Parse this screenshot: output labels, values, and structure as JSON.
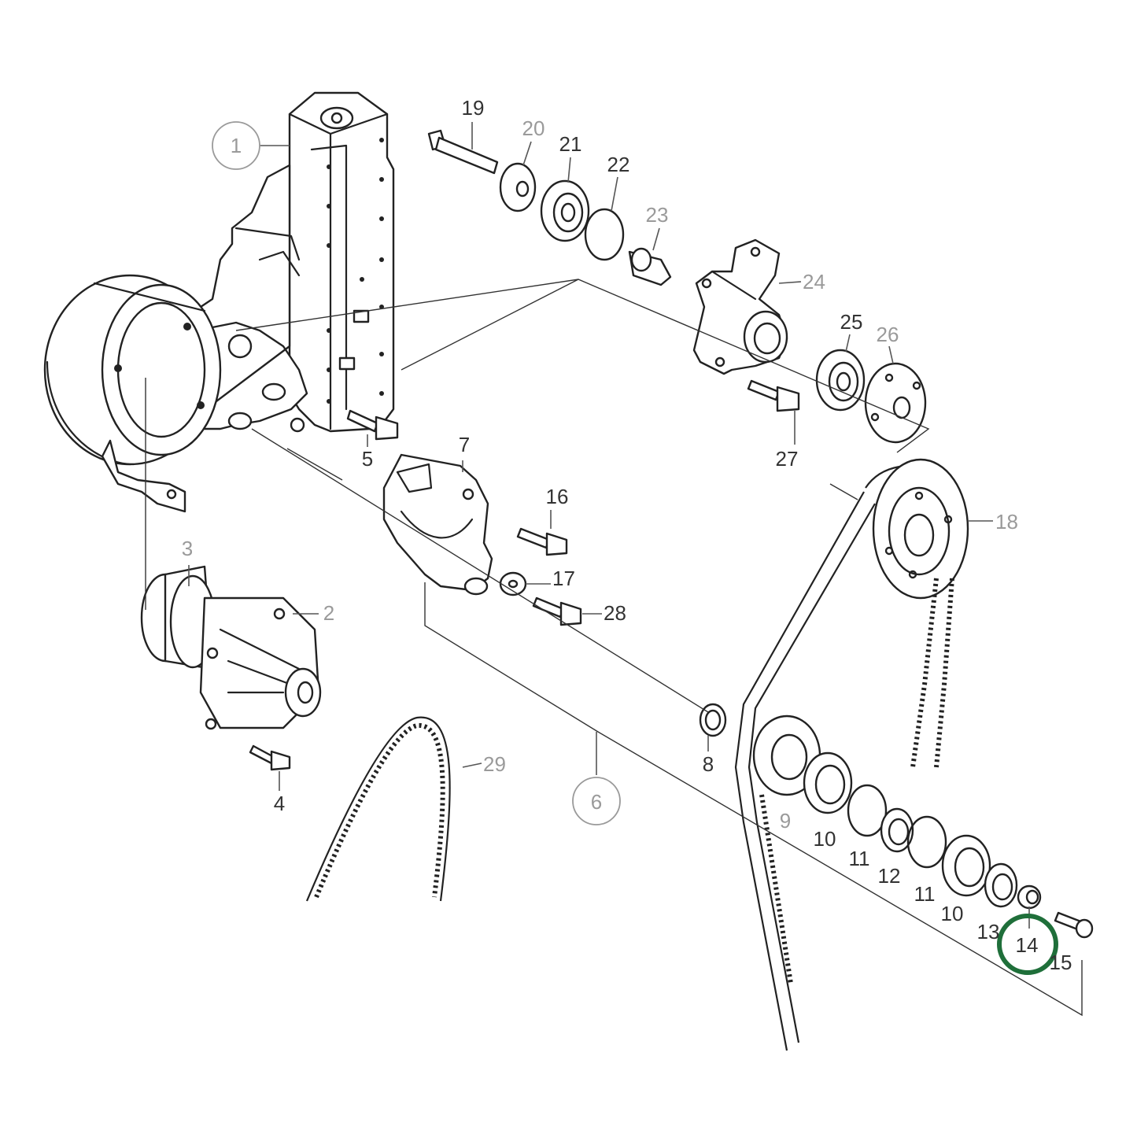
{
  "callouts": [
    {
      "id": "c1",
      "text": "1",
      "style": "circled-grey"
    },
    {
      "id": "c2",
      "text": "2",
      "style": "grey"
    },
    {
      "id": "c3",
      "text": "3",
      "style": "grey"
    },
    {
      "id": "c4",
      "text": "4",
      "style": "dark"
    },
    {
      "id": "c5",
      "text": "5",
      "style": "dark"
    },
    {
      "id": "c6",
      "text": "6",
      "style": "circled-grey"
    },
    {
      "id": "c7",
      "text": "7",
      "style": "dark"
    },
    {
      "id": "c8",
      "text": "8",
      "style": "dark"
    },
    {
      "id": "c9",
      "text": "9",
      "style": "grey"
    },
    {
      "id": "c10a",
      "text": "10",
      "style": "dark"
    },
    {
      "id": "c10b",
      "text": "10",
      "style": "dark"
    },
    {
      "id": "c11a",
      "text": "11",
      "style": "dark"
    },
    {
      "id": "c11b",
      "text": "11",
      "style": "dark"
    },
    {
      "id": "c12",
      "text": "12",
      "style": "dark"
    },
    {
      "id": "c13",
      "text": "13",
      "style": "dark"
    },
    {
      "id": "c14",
      "text": "14",
      "style": "highlighted"
    },
    {
      "id": "c15",
      "text": "15",
      "style": "dark"
    },
    {
      "id": "c16",
      "text": "16",
      "style": "dark"
    },
    {
      "id": "c17",
      "text": "17",
      "style": "dark"
    },
    {
      "id": "c18",
      "text": "18",
      "style": "grey"
    },
    {
      "id": "c19",
      "text": "19",
      "style": "dark"
    },
    {
      "id": "c20",
      "text": "20",
      "style": "grey"
    },
    {
      "id": "c21",
      "text": "21",
      "style": "dark"
    },
    {
      "id": "c22",
      "text": "22",
      "style": "dark"
    },
    {
      "id": "c23",
      "text": "23",
      "style": "grey"
    },
    {
      "id": "c24",
      "text": "24",
      "style": "grey"
    },
    {
      "id": "c25",
      "text": "25",
      "style": "dark"
    },
    {
      "id": "c26",
      "text": "26",
      "style": "grey"
    },
    {
      "id": "c27",
      "text": "27",
      "style": "dark"
    },
    {
      "id": "c28",
      "text": "28",
      "style": "dark"
    },
    {
      "id": "c29",
      "text": "29",
      "style": "grey"
    }
  ],
  "colors": {
    "line": "#222222",
    "callout_dark": "#333333",
    "callout_grey": "#9a9a9a",
    "highlight_ring": "#1f6f3a"
  }
}
